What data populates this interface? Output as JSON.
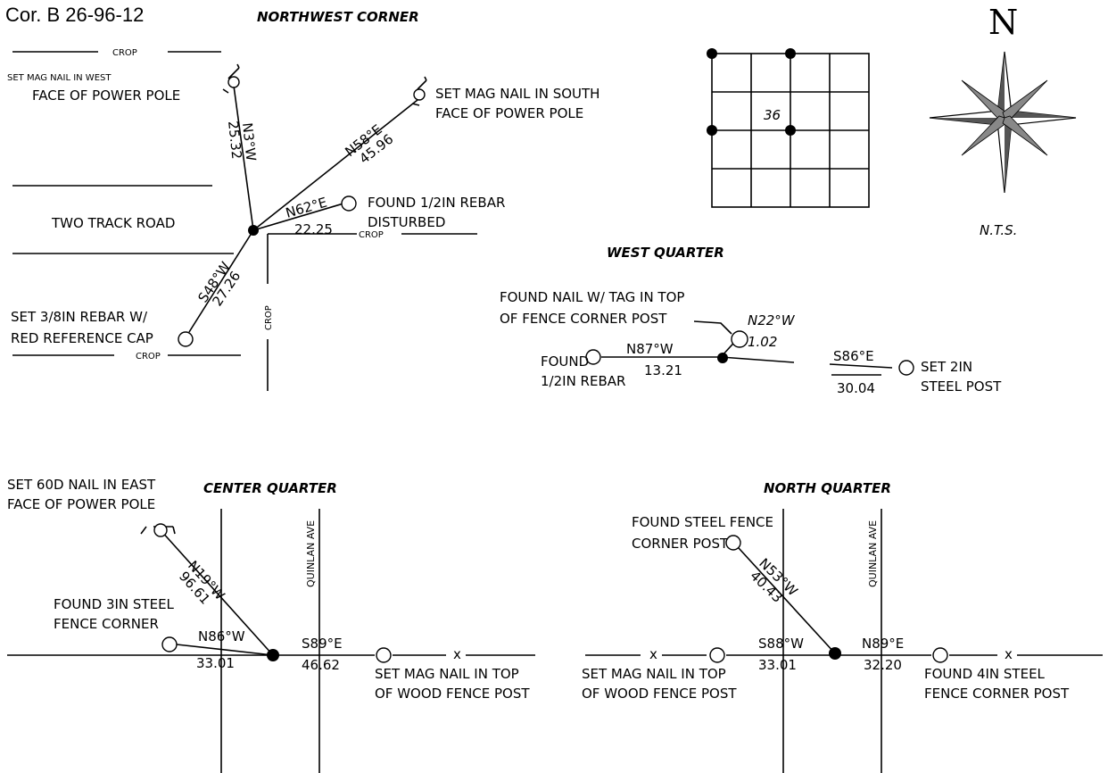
{
  "doc_ref": "Cor. B 26-96-12",
  "north_symbol": {
    "letter": "N",
    "scale_note": "N.T.S."
  },
  "section_grid": {
    "section_number": "36"
  },
  "northwest_corner": {
    "title": "NORTHWEST CORNER",
    "road_label": "TWO TRACK ROAD",
    "crop": "CROP",
    "ties": [
      {
        "bearing": "N3°W",
        "distance": "25.32",
        "description": [
          "SET MAG NAIL IN WEST",
          "FACE OF POWER POLE"
        ]
      },
      {
        "bearing": "N58°E",
        "distance": "45.96",
        "description": [
          "SET MAG NAIL IN SOUTH",
          "FACE OF POWER POLE"
        ]
      },
      {
        "bearing": "N62°E",
        "distance": "22.25",
        "description": [
          "FOUND 1/2IN REBAR",
          "DISTURBED"
        ]
      },
      {
        "bearing": "S48°W",
        "distance": "27.26",
        "description": [
          "SET 3/8IN REBAR W/",
          "RED REFERENCE CAP"
        ]
      }
    ]
  },
  "west_quarter": {
    "title": "WEST QUARTER",
    "ties": [
      {
        "bearing": "N22°W",
        "distance": "1.02",
        "description": [
          "FOUND NAIL W/ TAG IN TOP",
          "OF FENCE CORNER POST"
        ]
      },
      {
        "bearing": "N87°W",
        "distance": "13.21",
        "description": [
          "FOUND",
          "1/2IN REBAR"
        ]
      },
      {
        "bearing": "S86°E",
        "distance": "30.04",
        "description": [
          "SET 2IN",
          "STEEL POST"
        ]
      }
    ]
  },
  "center_quarter": {
    "title": "CENTER QUARTER",
    "road_label": "QUINLAN AVE",
    "fence_mark": "x",
    "ties": [
      {
        "bearing": "N19°W",
        "distance": "96.61",
        "description": [
          "SET 60D NAIL IN EAST",
          "FACE OF POWER POLE"
        ]
      },
      {
        "bearing": "N86°W",
        "distance": "33.01",
        "description": [
          "FOUND 3IN STEEL",
          "FENCE CORNER"
        ]
      },
      {
        "bearing": "S89°E",
        "distance": "46.62",
        "description": [
          "SET MAG NAIL IN TOP",
          "OF WOOD FENCE POST"
        ]
      }
    ]
  },
  "north_quarter": {
    "title": "NORTH QUARTER",
    "road_label": "QUINLAN AVE",
    "fence_mark": "x",
    "ties": [
      {
        "bearing": "N53°W",
        "distance": "40.43",
        "description": [
          "FOUND STEEL FENCE",
          "CORNER POST"
        ]
      },
      {
        "bearing": "S88°W",
        "distance": "33.01",
        "description": [
          "SET MAG NAIL IN TOP",
          "OF WOOD FENCE POST"
        ]
      },
      {
        "bearing": "N89°E",
        "distance": "32.20",
        "description": [
          "FOUND 4IN STEEL",
          "FENCE CORNER POST"
        ]
      }
    ]
  }
}
